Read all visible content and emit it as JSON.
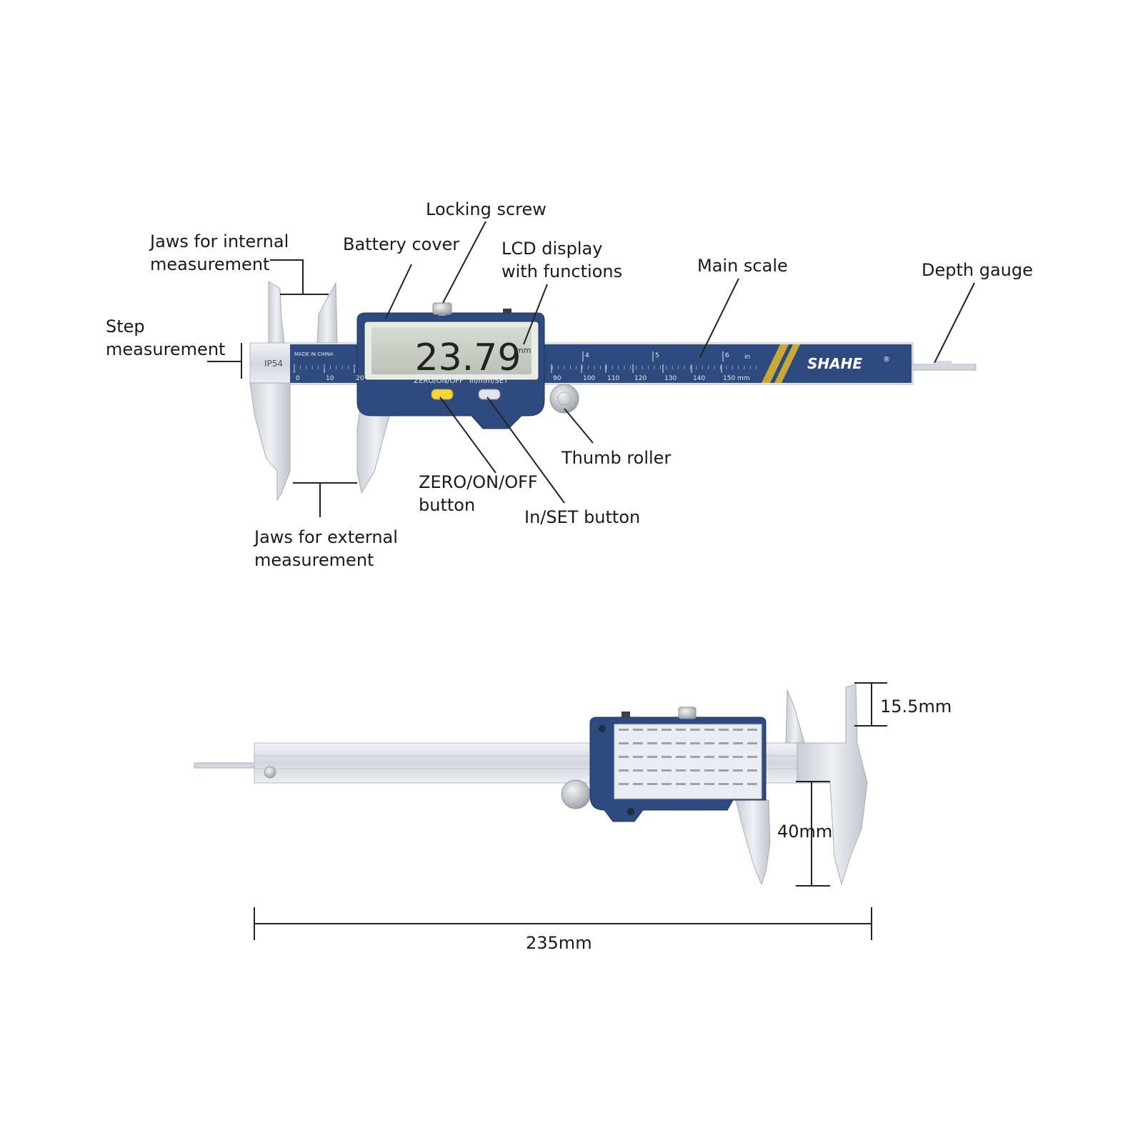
{
  "labels": {
    "locking_screw": "Locking screw",
    "jaws_internal": [
      "Jaws for internal",
      "measurement"
    ],
    "battery_cover": "Battery cover",
    "lcd_display": [
      "LCD display",
      "with functions"
    ],
    "main_scale": "Main scale",
    "depth_gauge": "Depth gauge",
    "step_measurement": [
      "Step",
      "measurement"
    ],
    "thumb_roller": "Thumb roller",
    "zero_button": [
      "ZERO/ON/OFF",
      "button"
    ],
    "inset_button": "In/SET button",
    "jaws_external": [
      "Jaws for external",
      "measurement"
    ]
  },
  "device": {
    "ip_rating": "IP54",
    "made_in": "MADE IN CHINA",
    "lcd_reading": "23.79",
    "lcd_unit": "mm",
    "button_zero_label": "ZERO/ON/OFF",
    "button_inset_label": "In/mm/SET",
    "brand": "SHAHE",
    "scale_mm_ticks": [
      "0",
      "10",
      "20",
      "90",
      "100",
      "110",
      "120",
      "130",
      "140",
      "150"
    ],
    "scale_in_ticks": [
      "4",
      "5",
      "6"
    ],
    "scale_mm_unit": "mm",
    "scale_in_unit": "in"
  },
  "dimensions": {
    "jaw_depth": "15.5mm",
    "jaw_length": "40mm",
    "total_length": "235mm"
  },
  "colors": {
    "body_blue": "#2f4a7e",
    "steel": "#d9dde3",
    "lcd": "#c9cfc6",
    "zero_button": "#f2d53c",
    "gold_stripe": "#c9a83a"
  }
}
